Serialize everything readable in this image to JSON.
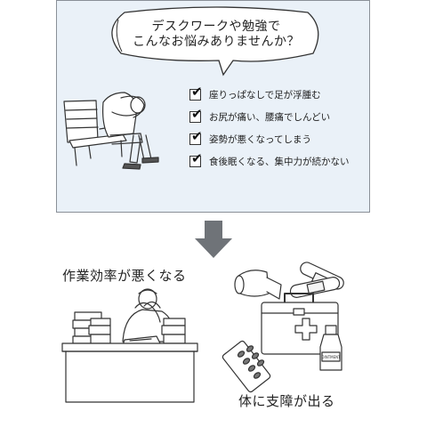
{
  "speech_bubble": {
    "line1": "デスクワークや勉強で",
    "line2": "こんなお悩みありませんか？"
  },
  "checklist": [
    {
      "label": "座りっぱなしで足が浮腫む"
    },
    {
      "label": "お尻が痛い、腰痛でしんどい"
    },
    {
      "label": "姿勢が悪くなってしまう"
    },
    {
      "label": "食後眠くなる、集中力が続かない"
    }
  ],
  "check_mark": "✔",
  "result_left": {
    "caption": "作業効率が悪くなる"
  },
  "result_right": {
    "caption": "体に支障が出る"
  },
  "medicine_label": "OINTMENT",
  "colors": {
    "panel_bg": "#eaf1f8",
    "panel_border": "#8a9098",
    "arrow": "#6f7378",
    "line": "#333333"
  }
}
